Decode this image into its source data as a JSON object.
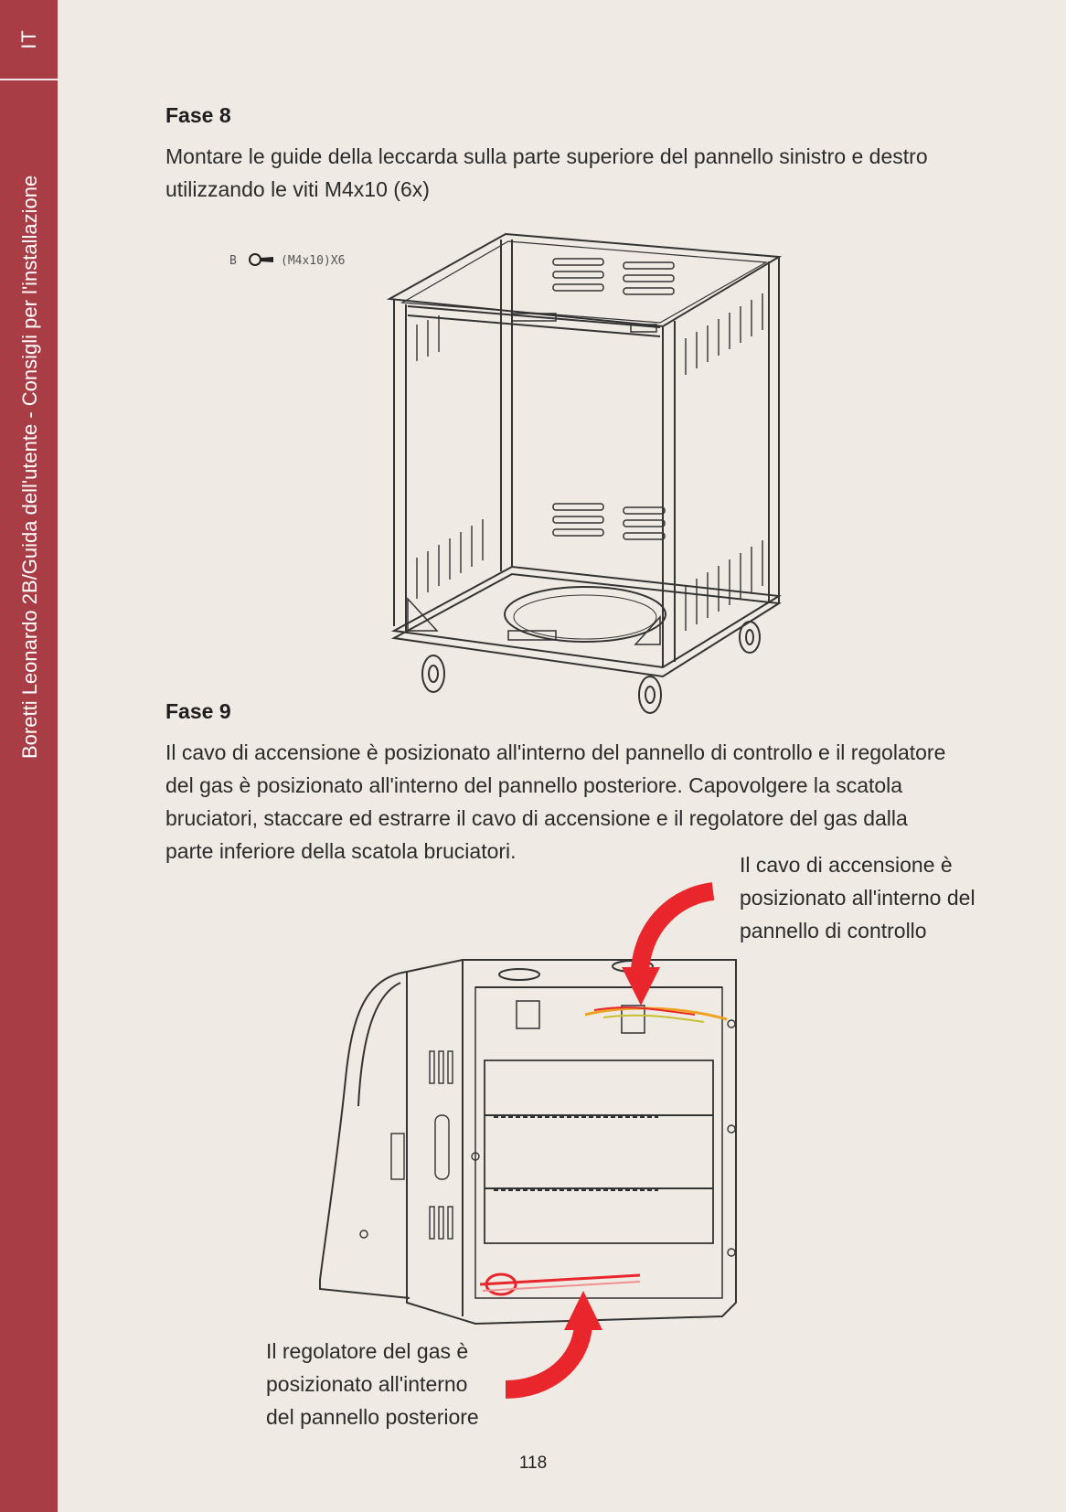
{
  "sidebar": {
    "lang": "IT",
    "guide_title": "Boretti Leonardo 2B/Guida dell'utente - Consigli per l'installazione"
  },
  "step8": {
    "heading": "Fase 8",
    "line1": "Montare le guide della leccarda sulla parte superiore del pannello sinistro e destro",
    "line2": "utilizzando le viti M4x10 (6x)",
    "figure": {
      "part_letter": "B",
      "screw_label": "(M4x10)X6",
      "screw_icon": "screw-icon"
    }
  },
  "step9": {
    "heading": "Fase 9",
    "lines": [
      "Il cavo di accensione è posizionato all'interno del pannello di controllo e il regolatore",
      "del gas è posizionato all'interno del pannello posteriore. Capovolgere la scatola",
      "bruciatori, staccare ed estrarre il cavo di accensione e il regolatore del gas dalla",
      "parte inferiore della scatola bruciatori."
    ],
    "callout_ignition": [
      "Il cavo di accensione è",
      "posizionato all'interno del",
      "pannello di controllo"
    ],
    "callout_regulator": [
      "Il regolatore del gas è",
      "posizionato all'interno",
      "del pannello posteriore"
    ]
  },
  "colors": {
    "sidebar": "#a83d45",
    "background": "#efeae4",
    "arrow": "#e8262b"
  },
  "page_number": "118"
}
